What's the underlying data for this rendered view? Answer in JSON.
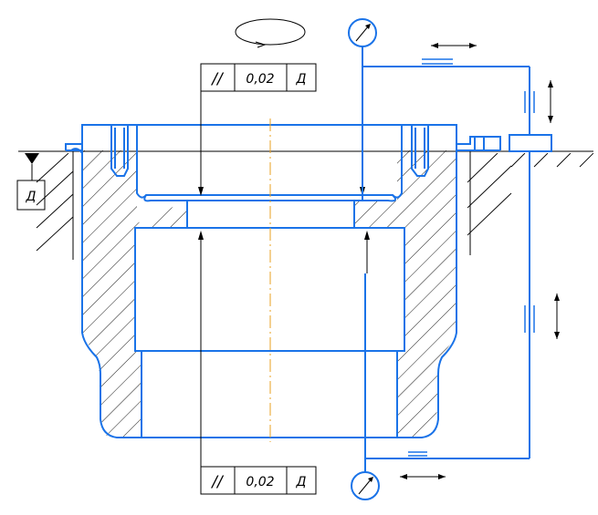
{
  "tolerance_frame_top": {
    "symbol": "//",
    "value": "0,02",
    "datum": "Д"
  },
  "tolerance_frame_bottom": {
    "symbol": "//",
    "value": "0,02",
    "datum": "Д"
  },
  "datum_marker": {
    "letter": "Д"
  },
  "colors": {
    "part_outline": "#1a73e8",
    "axis_line": "#e8a020",
    "annotations": "#000000"
  },
  "icons": [
    "dial-indicator-icon",
    "rotation-ellipse-icon",
    "datum-triangle-icon",
    "movement-arrow-icon",
    "guide-symbol-icon"
  ]
}
